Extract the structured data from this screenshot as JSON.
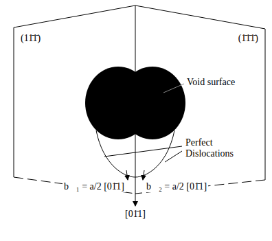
{
  "diagram": {
    "labels": [
      "(11̄1̄)",
      "(1̄1̄1̄)",
      "Void surface",
      "Perfect Dislocations",
      "b⃗₁ = a/2 [01̄1]",
      "b⃗₂ = a/2 [01̄1]",
      "[01̄1]"
    ]
  }
}
